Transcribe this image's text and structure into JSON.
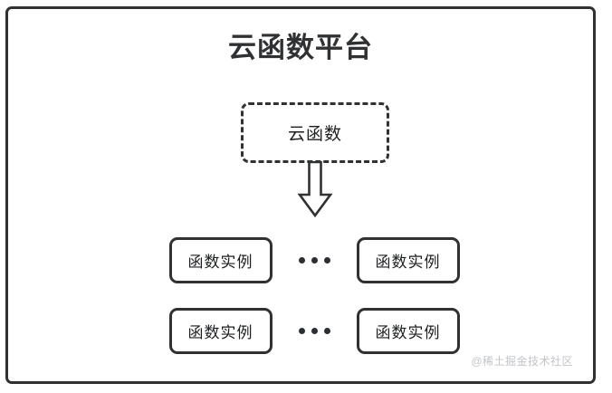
{
  "diagram": {
    "title": "云函数平台",
    "cloud_function": {
      "label": "云函数",
      "border_style": "dashed"
    },
    "arrow": {
      "name": "down-block-arrow",
      "direction": "down"
    },
    "instance_rows": [
      {
        "left": {
          "label": "函数实例"
        },
        "ellipsis": "•••",
        "right": {
          "label": "函数实例"
        }
      },
      {
        "left": {
          "label": "函数实例"
        },
        "ellipsis": "•••",
        "right": {
          "label": "函数实例"
        }
      }
    ],
    "watermark": "@稀土掘金技术社区",
    "colors": {
      "stroke": "#2f3133",
      "text": "#1d1f21",
      "background": "#ffffff",
      "watermark": "#c2c4c7"
    }
  }
}
